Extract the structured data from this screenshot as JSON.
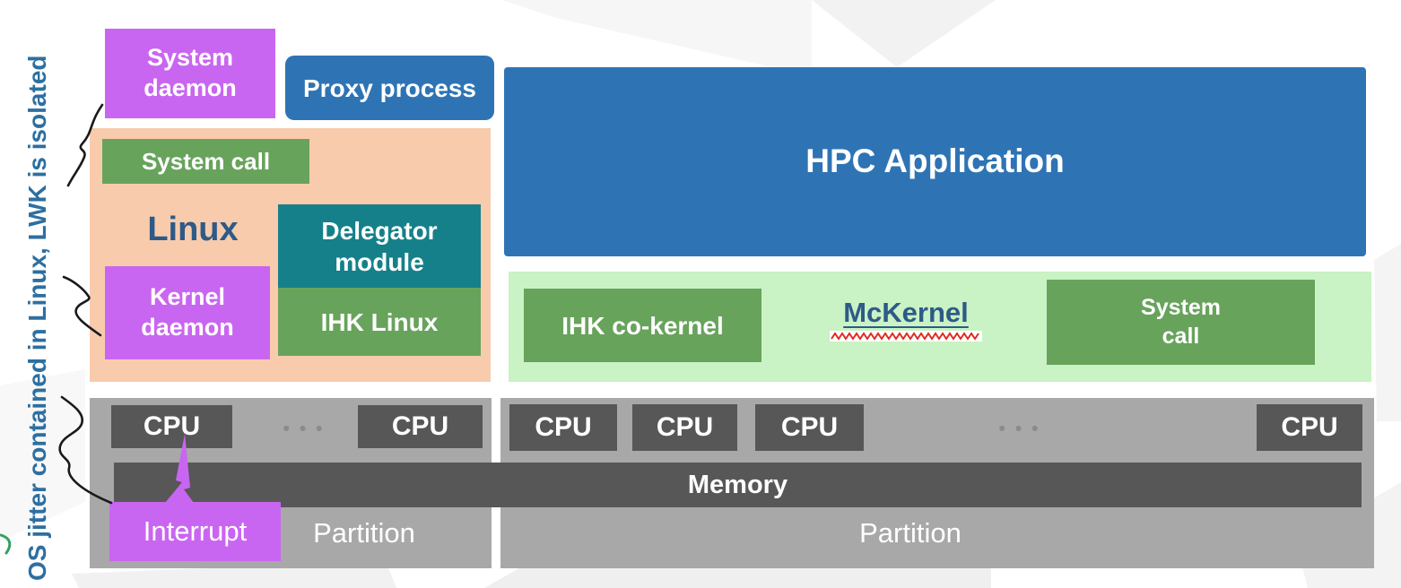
{
  "colors": {
    "purple": "#c966f1",
    "blue": "#2e74b5",
    "peach": "#f8cbad",
    "green": "#68a35c",
    "teal": "#15808a",
    "light_green": "#c9f2c5",
    "gray": "#a8a8a8",
    "dark_gray": "#575757",
    "dot_gray": "#8b8b8b",
    "navy": "#2e5a87",
    "side_note": "#2d6fa0",
    "squiggle_red": "#e02b20",
    "connector_black": "#1a1a1a",
    "corner_green": "#33a05f"
  },
  "side_note": {
    "text": "OS jitter contained in Linux, LWK is isolated"
  },
  "linux_stack": {
    "system_daemon": "System\ndaemon",
    "proxy_process": "Proxy process",
    "system_call": "System call",
    "os_label": "Linux",
    "delegator_module": "Delegator\nmodule",
    "kernel_daemon": "Kernel\ndaemon",
    "ihk_linux": "IHK Linux"
  },
  "mckernel_stack": {
    "hpc_application": "HPC Application",
    "ihk_co_kernel": "IHK co-kernel",
    "os_label": "McKernel",
    "system_call": "System\ncall"
  },
  "hardware": {
    "memory_label": "Memory",
    "interrupt_label": "Interrupt",
    "left_partition": {
      "label": "Partition",
      "cpus": [
        "CPU",
        "CPU"
      ]
    },
    "right_partition": {
      "label": "Partition",
      "cpus": [
        "CPU",
        "CPU",
        "CPU",
        "CPU"
      ]
    }
  },
  "icons": {
    "ellipsis": "•••"
  }
}
